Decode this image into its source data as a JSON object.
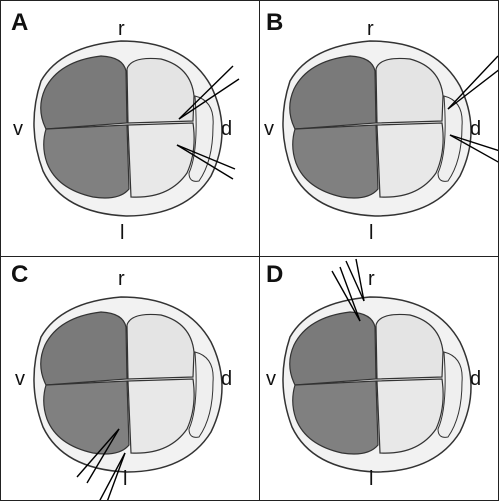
{
  "figure": {
    "colors": {
      "dark_cell": "#7a7a7a",
      "light_cell": "#e4e4e4",
      "outline": "#333333",
      "needle": "#000000"
    },
    "panels": [
      {
        "id": "A",
        "label": "A",
        "axes": {
          "top": "r",
          "left": "v",
          "right": "d",
          "bottom": "l"
        },
        "injection_target": "dorsal blastomeres"
      },
      {
        "id": "B",
        "label": "B",
        "axes": {
          "top": "r",
          "left": "v",
          "right": "d",
          "bottom": "l"
        },
        "injection_target": "dorsal marginal cells"
      },
      {
        "id": "C",
        "label": "C",
        "axes": {
          "top": "r",
          "left": "v",
          "right": "d",
          "bottom": "l"
        },
        "injection_target": "ventral-left blastomere"
      },
      {
        "id": "D",
        "label": "D",
        "axes": {
          "top": "r",
          "left": "v",
          "right": "d",
          "bottom": "l"
        },
        "injection_target": "ventral-right blastomere"
      }
    ]
  }
}
